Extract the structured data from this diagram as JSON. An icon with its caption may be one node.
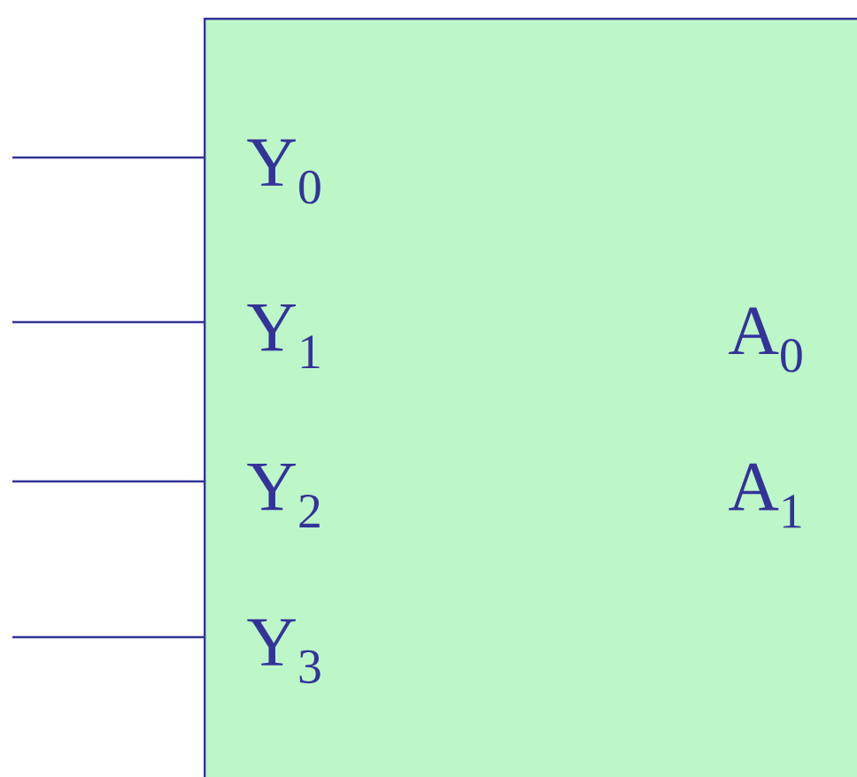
{
  "diagram": {
    "nodes": [
      {
        "text": [],
        "shape": "box"
      },
      {
        "text": [
          "Y$_{0}$"
        ],
        "in": 0
      },
      {
        "text": [
          "Y$_{1}$"
        ],
        "in": 0
      },
      {
        "text": [
          "Y$_{2}$"
        ],
        "in": 0
      },
      {
        "text": [
          "Y$_{3}$"
        ],
        "in": 0
      },
      {
        "text": [
          "A$_{0}$"
        ],
        "in": 0
      },
      {
        "text": [
          "A$_{1}$"
        ],
        "in": 0
      }
    ],
    "edges": [
      {
        "from": null,
        "to": 1,
        "arrow": "none"
      },
      {
        "from": null,
        "to": 2,
        "arrow": "none"
      },
      {
        "from": null,
        "to": 3,
        "arrow": "none"
      },
      {
        "from": null,
        "to": 4,
        "arrow": "none"
      }
    ]
  }
}
